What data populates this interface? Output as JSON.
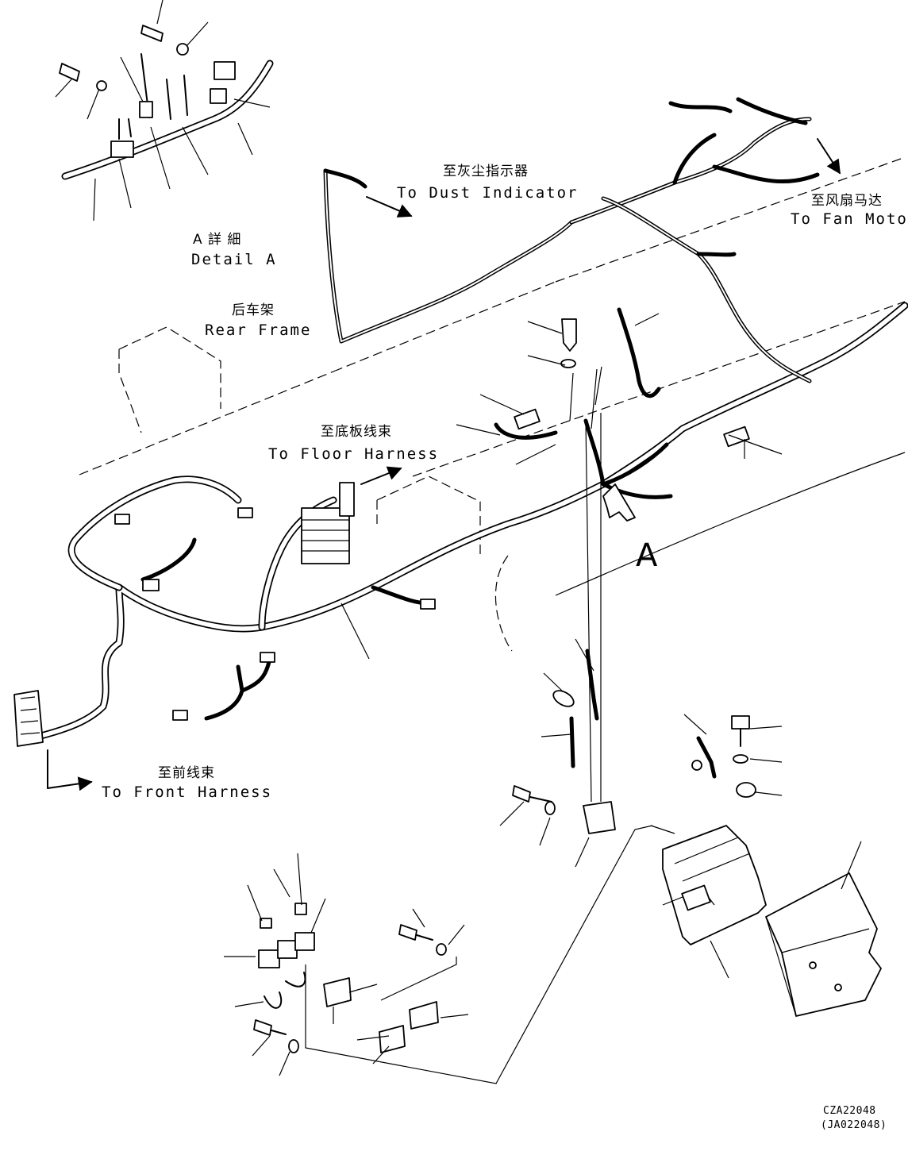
{
  "labels": {
    "detail_cn": "A 詳 細",
    "detail_en": "Detail A",
    "rear_frame_cn": "后车架",
    "rear_frame_en": "Rear Frame",
    "dust_cn": "至灰尘指示器",
    "dust_en": "To Dust Indicator",
    "fan_cn": "至风扇马达",
    "fan_en": "To Fan Motor",
    "floor_cn": "至底板线束",
    "floor_en": "To Floor Harness",
    "front_cn": "至前线束",
    "front_en": "To Front Harness",
    "view_marker": "A",
    "drawing_code": "CZA22048",
    "drawing_code_alt": "(JA022048)"
  }
}
